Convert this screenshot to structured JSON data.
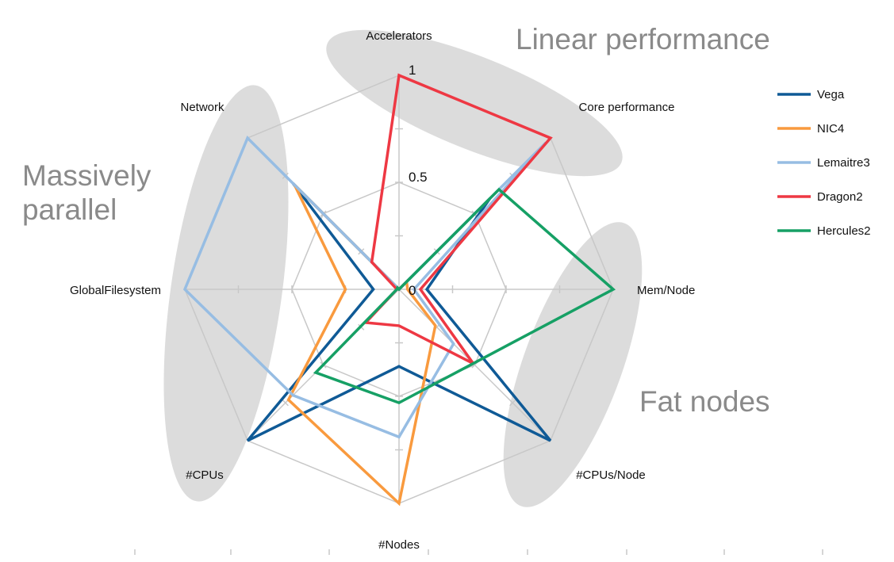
{
  "chart_data": {
    "type": "radar",
    "title": "",
    "axes": [
      "Accelerators",
      "Core performance",
      "Mem/Node",
      "#CPUs/Node",
      "#Nodes",
      "#CPUs",
      "GlobalFilesystem",
      "Network"
    ],
    "range": [
      0,
      1
    ],
    "ticks": [
      {
        "value": 0,
        "label": "0"
      },
      {
        "value": 0.5,
        "label": "0.5"
      },
      {
        "value": 1,
        "label": "1"
      }
    ],
    "grid": true,
    "legend_position": "right",
    "series": [
      {
        "name": "Vega",
        "color": "#0f5a96",
        "values": [
          0.0,
          0.6,
          0.13,
          1.0,
          0.36,
          1.0,
          0.12,
          0.7
        ]
      },
      {
        "name": "NIC4",
        "color": "#f99a3e",
        "values": [
          0.0,
          0.05,
          0.04,
          0.24,
          1.0,
          0.73,
          0.25,
          0.69
        ]
      },
      {
        "name": "Lemaitre3",
        "color": "#97bde3",
        "values": [
          0.0,
          0.97,
          0.07,
          0.36,
          0.69,
          0.7,
          1.0,
          1.0
        ]
      },
      {
        "name": "Dragon2",
        "color": "#ee3843",
        "values": [
          1.0,
          1.0,
          0.1,
          0.49,
          0.17,
          0.22,
          0.01,
          0.18
        ]
      },
      {
        "name": "Hercules2",
        "color": "#16a065",
        "values": [
          0.0,
          0.66,
          1.0,
          0.49,
          0.53,
          0.55,
          0.01,
          0.01
        ]
      }
    ],
    "annotations": [
      "Linear performance",
      "Massively parallel",
      "Fat nodes"
    ]
  }
}
